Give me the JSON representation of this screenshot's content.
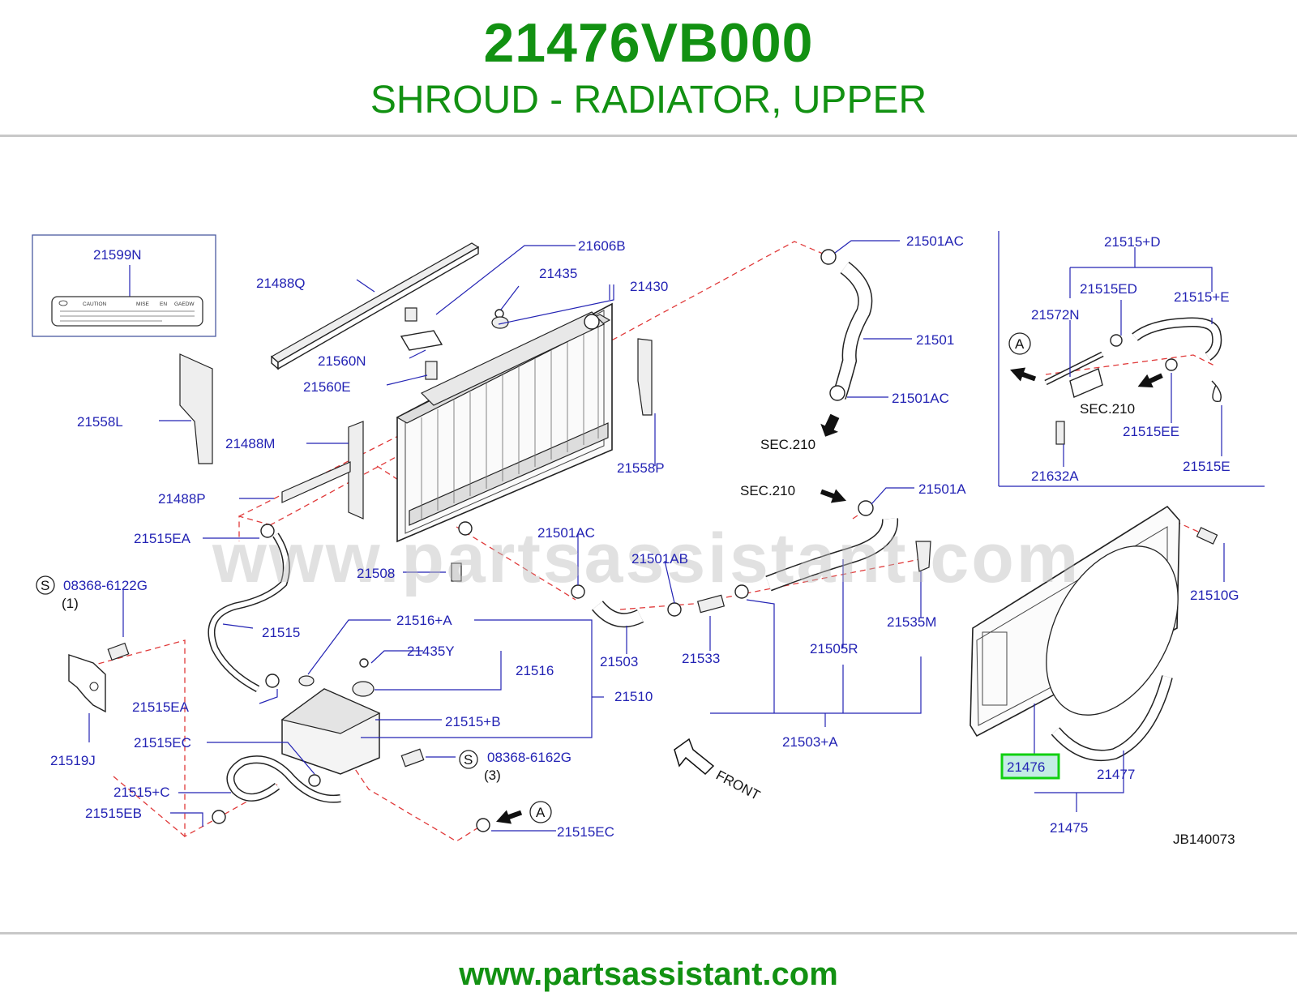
{
  "header": {
    "part_number": "21476VB000",
    "description": "SHROUD - RADIATOR, UPPER"
  },
  "footer": {
    "url": "www.partsassistant.com"
  },
  "diagram": {
    "watermark": "www.partsassistant.com",
    "diagram_id": "JB140073",
    "highlighted_part": "21476",
    "labels": {
      "l21599N": "21599N",
      "l21606B": "21606B",
      "l21488Q": "21488Q",
      "l21435": "21435",
      "l21430": "21430",
      "l21560N": "21560N",
      "l21560E": "21560E",
      "l21558L": "21558L",
      "l21488M": "21488M",
      "l21488P": "21488P",
      "l21515EA_1": "21515EA",
      "l21508": "21508",
      "l08368_6122G": "08368-6122G",
      "l21515": "21515",
      "l21516A": "21516+A",
      "l21435Y": "21435Y",
      "l21516": "21516",
      "l21510": "21510",
      "l21515EA_2": "21515EA",
      "l21515B": "21515+B",
      "l21519J": "21519J",
      "l21515EC_1": "21515EC",
      "l08368_6162G": "08368-6162G",
      "l21515C": "21515+C",
      "l21515EB": "21515EB",
      "l21515EC_2": "21515EC",
      "l21501AC_1": "21501AC",
      "l21501": "21501",
      "l21501AC_2": "21501AC",
      "l21558P": "21558P",
      "l21501A": "21501A",
      "l21501AC_3": "21501AC",
      "l21501AB": "21501AB",
      "l21503": "21503",
      "l21533": "21533",
      "l21505R": "21505R",
      "l21535M": "21535M",
      "l21503A": "21503+A",
      "l21515D": "21515+D",
      "l21515ED": "21515ED",
      "l21515E_plus": "21515+E",
      "l21572N": "21572N",
      "l21515EE": "21515EE",
      "l21632A": "21632A",
      "l21515E": "21515E",
      "l21510G": "21510G",
      "l21476": "21476",
      "l21477": "21477",
      "l21475": "21475"
    },
    "annotations": {
      "sec210_1": "SEC.210",
      "sec210_2": "SEC.210",
      "sec210_3": "SEC.210",
      "front": "FRONT",
      "qty1": "(1)",
      "qty3": "(3)",
      "s_mark": "S",
      "a_mark": "A",
      "caution": "CAUTION",
      "mise": "MISE",
      "en": "EN",
      "gaedw": "GAEDW"
    },
    "colors": {
      "brand_green": "#129112",
      "label_blue": "#2323b4",
      "highlight_box": "#10d010",
      "highlight_fill": "#c4ece4",
      "leader_dash": "#e03a3a"
    }
  }
}
